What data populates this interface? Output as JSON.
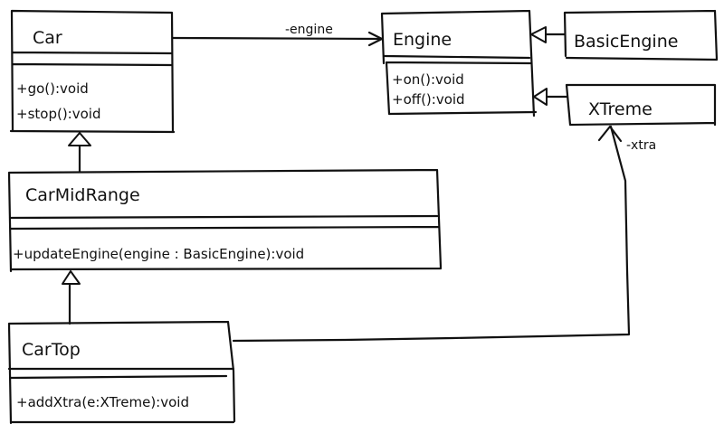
{
  "diagram": {
    "type": "UML class diagram (hand-drawn)",
    "classes": [
      {
        "id": "car",
        "name": "Car",
        "attributes": [],
        "methods": [
          "+go():void",
          "+stop():void"
        ]
      },
      {
        "id": "engine",
        "name": "Engine",
        "attributes": [],
        "methods": [
          "+on():void",
          "+off():void"
        ]
      },
      {
        "id": "basicengine",
        "name": "BasicEngine",
        "attributes": [],
        "methods": []
      },
      {
        "id": "xtreme",
        "name": "XTreme",
        "attributes": [],
        "methods": []
      },
      {
        "id": "carmidrange",
        "name": "CarMidRange",
        "attributes": [],
        "methods": [
          "+updateEngine(engine : BasicEngine):void"
        ]
      },
      {
        "id": "cartop",
        "name": "CarTop",
        "attributes": [],
        "methods": [
          "+addXtra(e:XTreme):void"
        ]
      }
    ],
    "relations": [
      {
        "type": "association",
        "from": "Car",
        "to": "Engine",
        "label": "-engine",
        "navigable_to": "Engine"
      },
      {
        "type": "generalization",
        "from": "BasicEngine",
        "to": "Engine",
        "label": ""
      },
      {
        "type": "generalization",
        "from": "XTreme",
        "to": "Engine",
        "label": ""
      },
      {
        "type": "generalization",
        "from": "CarMidRange",
        "to": "Car",
        "label": ""
      },
      {
        "type": "generalization",
        "from": "CarTop",
        "to": "CarMidRange",
        "label": ""
      },
      {
        "type": "association",
        "from": "CarTop",
        "to": "XTreme",
        "label": "-xtra",
        "navigable_to": "XTreme"
      }
    ]
  }
}
